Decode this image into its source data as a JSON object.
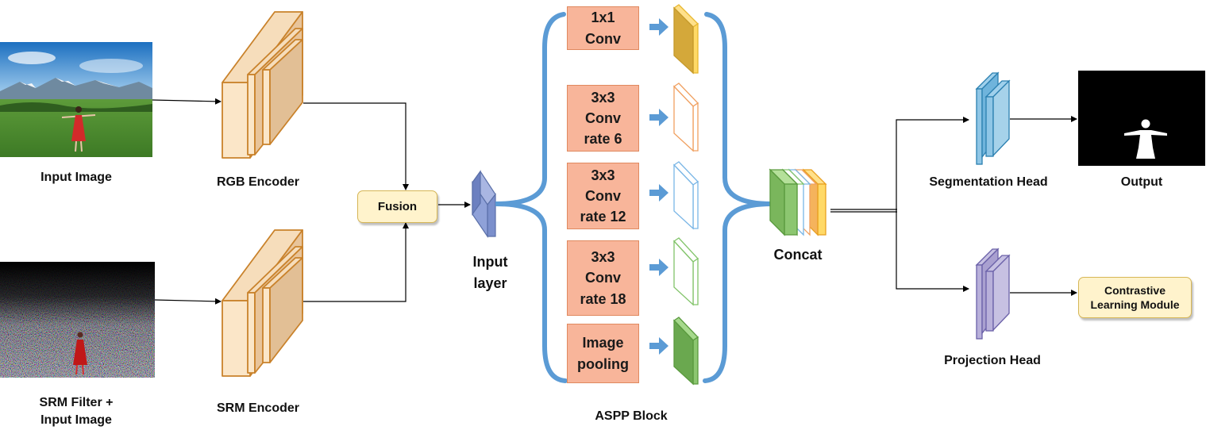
{
  "labels": {
    "input_image": "Input Image",
    "srm_input_1": "SRM Filter +",
    "srm_input_2": "Input Image",
    "rgb_encoder": "RGB Encoder",
    "srm_encoder": "SRM Encoder",
    "fusion": "Fusion",
    "input_layer_1": "Input",
    "input_layer_2": "layer",
    "aspp_block": "ASPP Block",
    "concat": "Concat",
    "segmentation_head": "Segmentation Head",
    "projection_head": "Projection Head",
    "output": "Output",
    "contrastive_1": "Contrastive",
    "contrastive_2": "Learning Module"
  },
  "aspp_branches": [
    {
      "line1": "1x1",
      "line2": "Conv",
      "line3": ""
    },
    {
      "line1": "3x3",
      "line2": "Conv",
      "line3": "rate 6"
    },
    {
      "line1": "3x3",
      "line2": "Conv",
      "line3": "rate 12"
    },
    {
      "line1": "3x3",
      "line2": "Conv",
      "line3": "rate 18"
    },
    {
      "line1": "Image",
      "line2": "pooling",
      "line3": ""
    }
  ],
  "colors": {
    "encoder_fill": "#e8c49a",
    "encoder_stroke": "#c9822b",
    "conv_fill": "#f8b59a",
    "brace_blue": "#5b9bd5",
    "input_layer": "#7b8fcc",
    "seg_head": "#5ba8d0",
    "proj_head": "#9890c0",
    "fusion_fill": "#fff3cc"
  }
}
